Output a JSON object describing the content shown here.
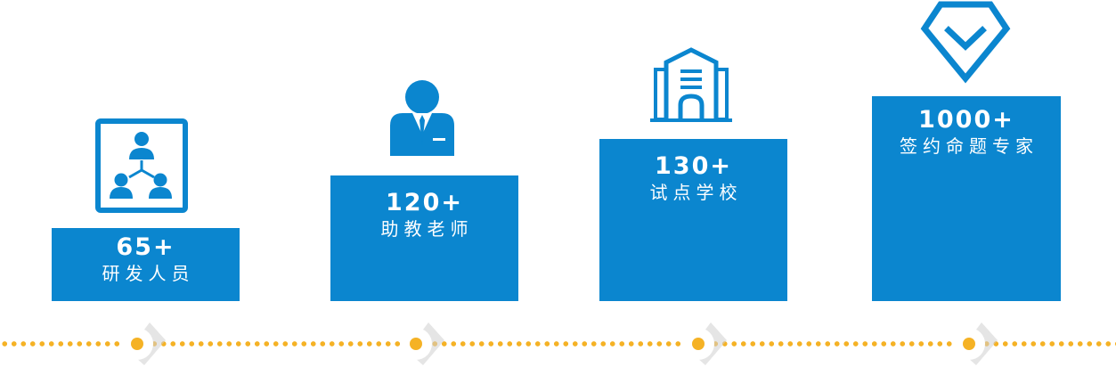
{
  "colors": {
    "accent": "#0b86cf",
    "timeline_dot": "#f5b225",
    "node_shadow": "#c9c9c9"
  },
  "stats": [
    {
      "number": "65+",
      "label": "研发人员",
      "icon": "team-icon"
    },
    {
      "number": "120+",
      "label": "助教老师",
      "icon": "teacher-icon"
    },
    {
      "number": "130+",
      "label": "试点学校",
      "icon": "school-building-icon"
    },
    {
      "number": "1000+",
      "label": "签约命题专家",
      "icon": "diamond-check-icon"
    }
  ]
}
